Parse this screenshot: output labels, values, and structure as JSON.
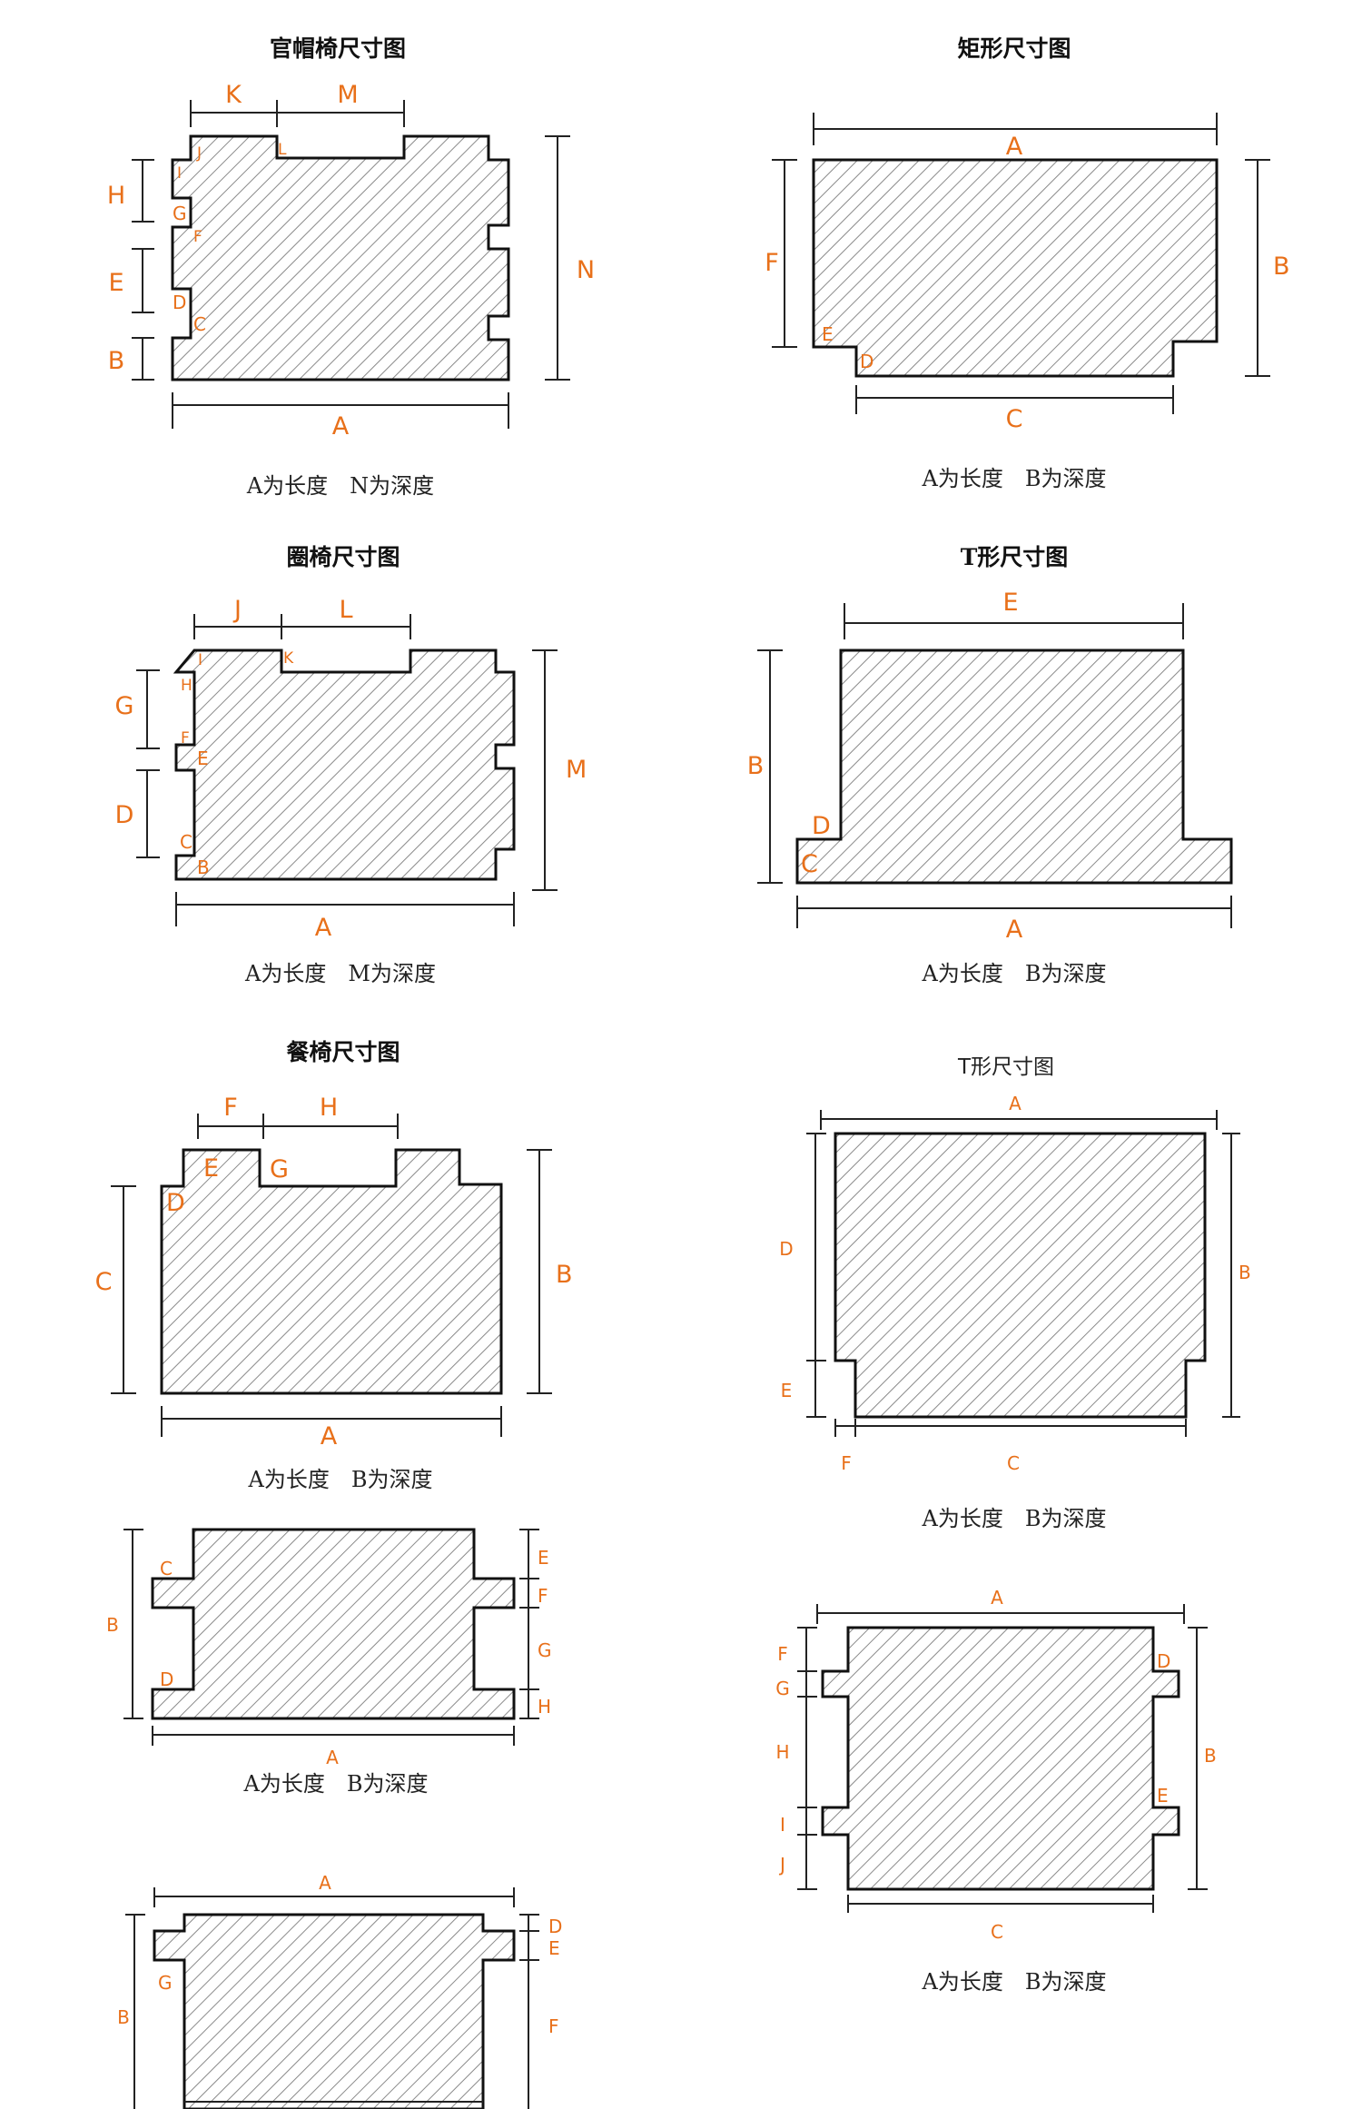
{
  "colors": {
    "label": "#e8701a",
    "outline": "#111111",
    "hatch": "#8a8a8a"
  },
  "panels": [
    {
      "id": "guanmao",
      "title": "官帽椅尺寸图",
      "caption": "A为长度　N为深度",
      "labels": [
        "K",
        "M",
        "J",
        "L",
        "I",
        "H",
        "G",
        "F",
        "E",
        "D",
        "C",
        "B",
        "A",
        "N"
      ]
    },
    {
      "id": "rect",
      "title": "矩形尺寸图",
      "caption": "A为长度　B为深度",
      "labels": [
        "A",
        "F",
        "B",
        "E",
        "D",
        "C"
      ]
    },
    {
      "id": "quanyi",
      "title": "圈椅尺寸图",
      "caption": "A为长度　M为深度",
      "labels": [
        "J",
        "L",
        "I",
        "K",
        "G",
        "H",
        "F",
        "E",
        "M",
        "D",
        "C",
        "B",
        "A"
      ]
    },
    {
      "id": "tshape",
      "title": "T形尺寸图",
      "caption": "A为长度　B为深度",
      "labels": [
        "E",
        "B",
        "D",
        "C",
        "A"
      ]
    },
    {
      "id": "canyi",
      "title": "餐椅尺寸图",
      "caption": "A为长度　B为深度",
      "labels": [
        "F",
        "H",
        "E",
        "G",
        "D",
        "C",
        "B",
        "A"
      ]
    },
    {
      "id": "tshape2",
      "title": "T形尺寸图",
      "caption": "A为长度　B为深度",
      "labels": [
        "A",
        "D",
        "B",
        "E",
        "F",
        "C"
      ]
    },
    {
      "id": "cushion5",
      "caption": "A为长度　B为深度",
      "labels": [
        "C",
        "E",
        "F",
        "B",
        "G",
        "D",
        "H",
        "A"
      ]
    },
    {
      "id": "cushion6",
      "caption": "A为长度　B为深度",
      "labels": [
        "A",
        "F",
        "D",
        "G",
        "H",
        "B",
        "E",
        "I",
        "J",
        "C"
      ]
    },
    {
      "id": "cushion7",
      "labels": [
        "A",
        "D",
        "E",
        "G",
        "B",
        "F"
      ]
    }
  ]
}
